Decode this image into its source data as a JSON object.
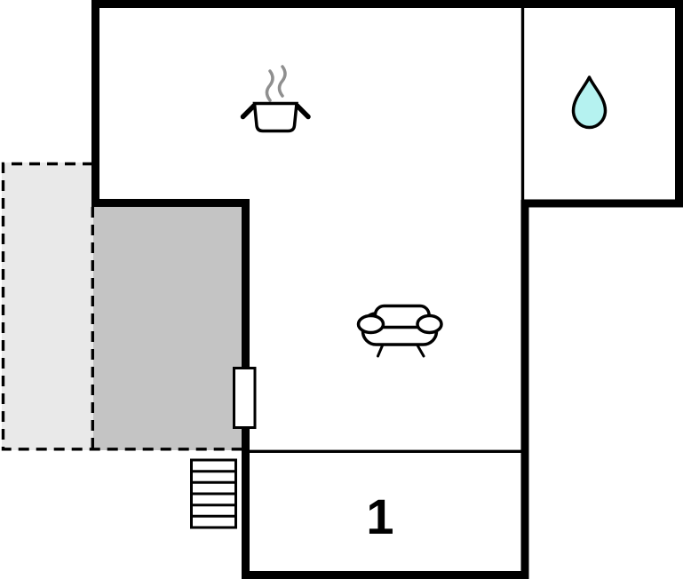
{
  "floorplan": {
    "room_label": "1",
    "colors": {
      "wall": "#000000",
      "terrace_fill": "#c4c4c4",
      "annex_fill": "#e9e9e9",
      "water_drop_fill": "#b5f2f0",
      "steam_stroke": "#8f8f8f",
      "furniture_fill": "#ffffff",
      "background": "#ffffff"
    },
    "rooms": [
      {
        "id": "kitchen",
        "icon": "cooking-pot-icon",
        "label": ""
      },
      {
        "id": "bathroom",
        "icon": "water-drop-icon",
        "label": ""
      },
      {
        "id": "living-room",
        "icon": "sofa-icon",
        "label": ""
      },
      {
        "id": "room-1",
        "icon": "",
        "label": "1"
      },
      {
        "id": "terrace",
        "icon": "",
        "label": ""
      },
      {
        "id": "annex",
        "icon": "",
        "label": ""
      }
    ],
    "features": [
      {
        "id": "stairs",
        "steps": 6
      },
      {
        "id": "door",
        "location": "living-room-west-wall"
      }
    ]
  }
}
